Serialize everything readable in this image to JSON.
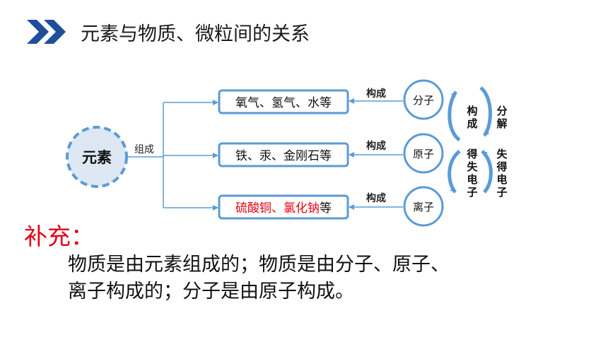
{
  "title": "元素与物质、微粒间的关系",
  "diagram": {
    "element": "元素",
    "compose_label": "组成",
    "substances": [
      {
        "main": "氧气、氢气、水等",
        "red": ""
      },
      {
        "main": "铁、汞、金刚石等",
        "red": ""
      },
      {
        "main": "等",
        "red": "硫酸铜、氯化钠"
      }
    ],
    "constitute_label": "构成",
    "particles": [
      "分子",
      "原子",
      "离子"
    ],
    "inner_labels": {
      "constitute": [
        "构",
        "成"
      ],
      "gain_lose": [
        "得",
        "失",
        "电",
        "子"
      ]
    },
    "outer_labels": {
      "decompose": [
        "分",
        "解"
      ],
      "lose_gain": [
        "失",
        "得",
        "电",
        "子"
      ]
    }
  },
  "supplement": {
    "heading": "补充：",
    "lines": [
      "物质是由元素组成的；物质是由分子、原子、",
      "离子构成的；分子是由原子构成。"
    ]
  },
  "colors": {
    "accent": "#2e75b6",
    "line": "#5b9bd5",
    "element_fill": "#dde8f4",
    "red": "#e60012"
  }
}
